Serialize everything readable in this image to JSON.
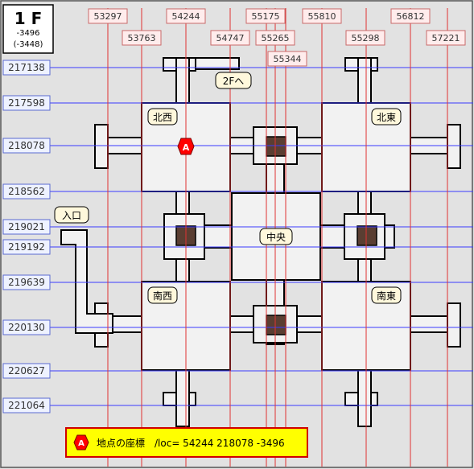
{
  "floor": {
    "title": "1 F",
    "z1": "-3496",
    "z2": "(-3448)"
  },
  "x_coords": [
    "53297",
    "53763",
    "54244",
    "54747",
    "55175",
    "55265",
    "55344",
    "55810",
    "55298",
    "56812",
    "57221"
  ],
  "y_coords": [
    "217138",
    "217598",
    "218078",
    "218562",
    "219021",
    "219192",
    "219639",
    "220130",
    "220627",
    "221064"
  ],
  "rooms": {
    "nw": "北西",
    "ne": "北東",
    "sw": "南西",
    "se": "南東",
    "center": "中央"
  },
  "labels": {
    "upstairs": "2Fへ",
    "entrance": "入口"
  },
  "marker": {
    "letter": "A",
    "caption": "地点の座標　/loc= 54244 218078 -3496"
  },
  "colors": {
    "background": "#e2e2e2",
    "room_fill": "#f2f2f2",
    "walls": "#000000",
    "grid_horizontal": "#3b3bff",
    "grid_vertical": "#e03333",
    "pillar": "#5a3e32",
    "tag_fill": "#ffecec",
    "tag_border": "#c86a6a",
    "label_fill": "#fff8dc",
    "info_fill": "#ffff00",
    "info_border": "#d00000",
    "marker": "#ff0000"
  }
}
